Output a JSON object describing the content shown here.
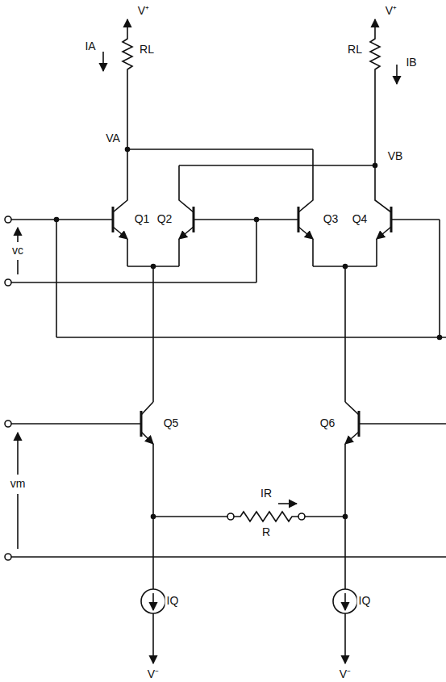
{
  "diagram": {
    "labels": [
      "V⁺",
      "V⁺",
      "IA",
      "RL",
      "RL",
      "IB",
      "VA",
      "VB",
      "Q1",
      "Q2",
      "Q3",
      "Q4",
      "vc",
      "Q5",
      "Q6",
      "vm",
      "IR",
      "R",
      "IQ",
      "IQ",
      "V⁻",
      "V⁻"
    ]
  }
}
